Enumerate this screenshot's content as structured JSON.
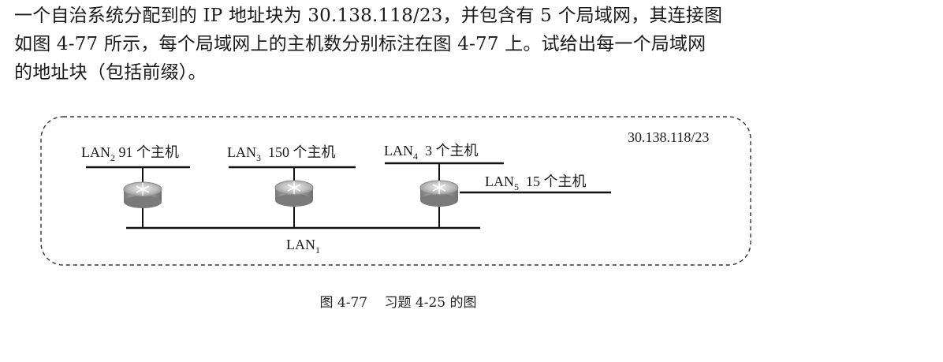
{
  "problem": {
    "lines": [
      "一个自治系统分配到的 IP 地址块为 30.138.118/23，并包含有 5 个局域网，其连接图",
      "如图 4-77 所示，每个局域网上的主机数分别标注在图 4-77 上。试给出每一个局域网",
      "的地址块（包括前缀）。"
    ]
  },
  "figure": {
    "block_label": "30.138.118/23",
    "lans": [
      {
        "id": "lan2",
        "prefix": "LAN",
        "sub": "2",
        "text": " 91 个主机"
      },
      {
        "id": "lan3",
        "prefix": "LAN",
        "sub": "3",
        "text": "  150 个主机"
      },
      {
        "id": "lan4",
        "prefix": "LAN",
        "sub": "4",
        "text": "  3 个主机"
      },
      {
        "id": "lan5",
        "prefix": "LAN",
        "sub": "5",
        "text": "  15 个主机"
      },
      {
        "id": "lan1",
        "prefix": "LAN",
        "sub": "1",
        "text": ""
      }
    ],
    "caption_number": "图 4-77",
    "caption_title": "习题 4-25 的图"
  }
}
